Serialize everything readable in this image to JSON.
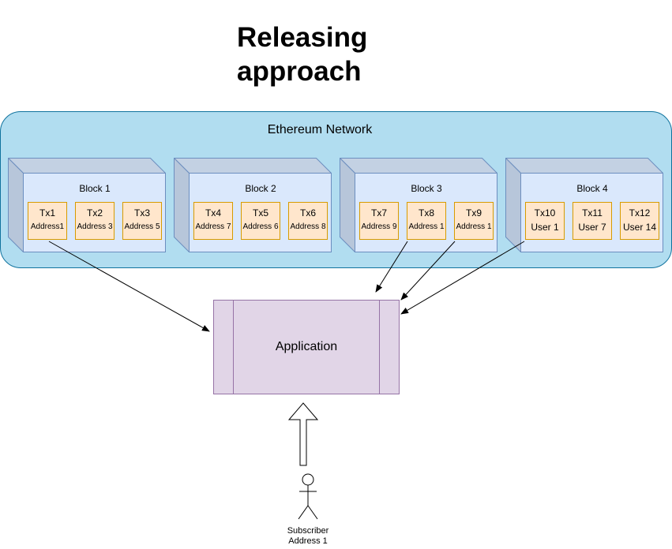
{
  "title": {
    "line1": "Releasing",
    "line2": "approach"
  },
  "network": {
    "label": "Ethereum Network"
  },
  "blocks": [
    {
      "label": "Block 1",
      "txs": [
        {
          "id": "Tx1",
          "addr": "Address1"
        },
        {
          "id": "Tx2",
          "addr": "Address 3"
        },
        {
          "id": "Tx3",
          "addr": "Address 5"
        }
      ]
    },
    {
      "label": "Block 2",
      "txs": [
        {
          "id": "Tx4",
          "addr": "Address 7"
        },
        {
          "id": "Tx5",
          "addr": "Address 6"
        },
        {
          "id": "Tx6",
          "addr": "Address 8"
        }
      ]
    },
    {
      "label": "Block 3",
      "txs": [
        {
          "id": "Tx7",
          "addr": "Address 9"
        },
        {
          "id": "Tx8",
          "addr": "Address 1"
        },
        {
          "id": "Tx9",
          "addr": "Address 1"
        }
      ]
    },
    {
      "label": "Block 4",
      "txs": [
        {
          "id": "Tx10",
          "addr": "User 1"
        },
        {
          "id": "Tx11",
          "addr": "User 7"
        },
        {
          "id": "Tx12",
          "addr": "User 14"
        }
      ]
    }
  ],
  "application": {
    "label": "Application"
  },
  "actor": {
    "line1": "Subscriber",
    "line2": "Address 1"
  },
  "colors": {
    "network_fill": "#b1ddf0",
    "block_fill": "#dae8fc",
    "tx_fill": "#ffe6cc",
    "app_fill": "#e1d5e7"
  }
}
